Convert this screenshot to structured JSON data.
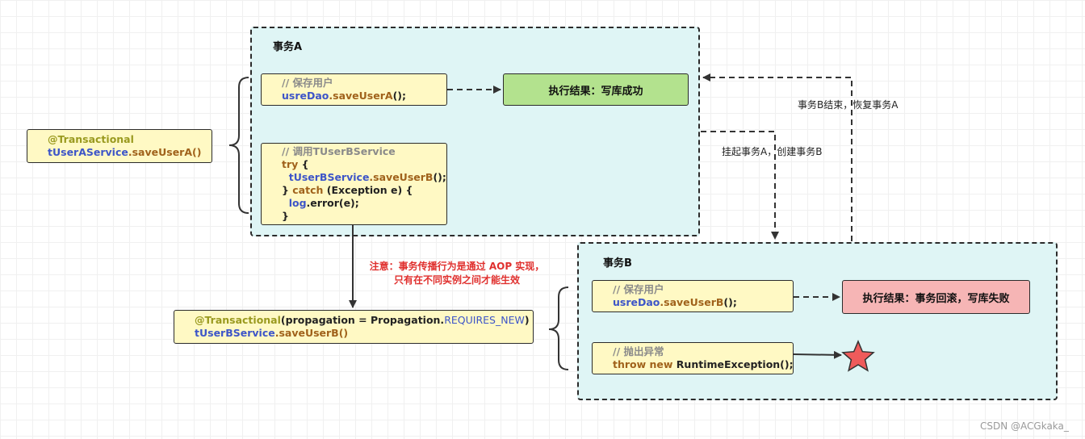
{
  "containers": {
    "a_title": "事务A",
    "b_title": "事务B"
  },
  "main_call": {
    "annotation": "@Transactional",
    "object": "tUserAService",
    "method": ".saveUserA()"
  },
  "a_save": {
    "comment": "// 保存用户",
    "object": "usreDao",
    "method": ".saveUserA",
    "tail": "();"
  },
  "a_result": "执行结果：写库成功",
  "a_call_b": {
    "comment": "// 调用TUserBService",
    "try_kw": "try",
    "try_tail": " {",
    "object": "tUserBService",
    "method": ".saveUserB",
    "tail": "();",
    "close_catch": "} ",
    "catch_kw": "catch",
    "catch_tail": " (Exception e) {",
    "log_obj": "log",
    "log_tail": ".error(e);",
    "close": "}"
  },
  "b_call": {
    "annotation": "@Transactional",
    "params_open": "(propagation = Propagation.",
    "const": "REQUIRES_NEW",
    "params_close": ")",
    "object": "tUserBService",
    "method": ".saveUserB()"
  },
  "b_save": {
    "comment": "// 保存用户",
    "object": "usreDao",
    "method": ".saveUserB",
    "tail": "();"
  },
  "b_result": "执行结果：事务回滚，写库失败",
  "b_throw": {
    "comment": "// 抛出异常",
    "kw": "throw new",
    "tail": " RuntimeException();"
  },
  "labels": {
    "suspend": "挂起事务A，创建事务B",
    "resume": "事务B结束，恢复事务A",
    "note_line1": "注意：事务传播行为是通过 AOP 实现，",
    "note_line2": "只有在不同实例之间才能生效",
    "watermark": "CSDN @ACGkaka_"
  },
  "colors": {
    "container_bg": "#dff5f5",
    "code_bg": "#fff9c4",
    "success_bg": "#b3e28e",
    "fail_bg": "#f6b5b5",
    "note": "#e0302e",
    "star": "#ef5b5b"
  },
  "icons": [
    "star-icon"
  ]
}
